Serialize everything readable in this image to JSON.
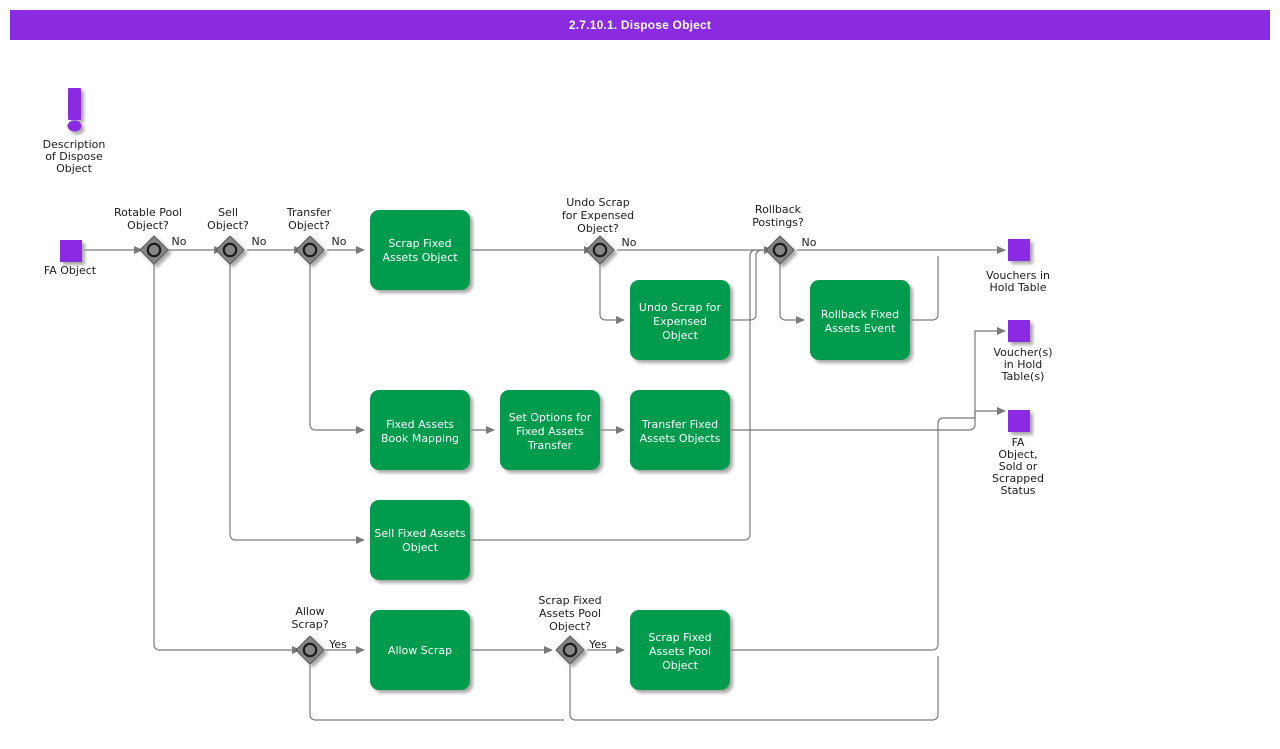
{
  "header": {
    "title": "2.7.10.1. Dispose Object"
  },
  "colors": {
    "title_bar": "#8A2BE2",
    "task": "#009B4E",
    "event": "#8A2BE2",
    "gateway": "#868686",
    "link": "#7a7a7a",
    "task_text": "#ffffff",
    "label_text": "#1a1a1a"
  },
  "annotation": {
    "icon": "exclamation-icon",
    "label": "Description\nof Dispose\nObject",
    "lines": [
      "Description",
      "of Dispose",
      "Object"
    ]
  },
  "start_event": {
    "name": "FA Object",
    "lines": [
      "FA Object"
    ]
  },
  "gateways": [
    {
      "id": "rotable-pool-object",
      "label": "Rotable Pool\nObject?",
      "lines": [
        "Rotable Pool",
        "Object?"
      ],
      "branch_label": "No"
    },
    {
      "id": "sell-object",
      "label": "Sell\nObject?",
      "lines": [
        "Sell",
        "Object?"
      ],
      "branch_label": "No"
    },
    {
      "id": "transfer-object",
      "label": "Transfer\nObject?",
      "lines": [
        "Transfer",
        "Object?"
      ],
      "branch_label": "No"
    },
    {
      "id": "undo-scrap-for-expensed-object",
      "label": "Undo Scrap\nfor Expensed\nObject?",
      "lines": [
        "Undo Scrap",
        "for Expensed",
        "Object?"
      ],
      "branch_label": "No"
    },
    {
      "id": "rollback-postings",
      "label": "Rollback\nPostings?",
      "lines": [
        "Rollback",
        "Postings?"
      ],
      "branch_label": "No"
    },
    {
      "id": "allow-scrap",
      "label": "Allow\nScrap?",
      "lines": [
        "Allow",
        "Scrap?"
      ],
      "branch_label": "Yes"
    },
    {
      "id": "scrap-fixed-assets-pool-object",
      "label": "Scrap Fixed\nAssets Pool\nObject?",
      "lines": [
        "Scrap Fixed",
        "Assets Pool",
        "Object?"
      ],
      "branch_label": "Yes"
    }
  ],
  "tasks": [
    {
      "id": "scrap-fixed-assets-object",
      "label": "Scrap Fixed Assets Object",
      "lines": [
        "Scrap Fixed",
        "Assets Object"
      ]
    },
    {
      "id": "undo-scrap-for-expensed-object",
      "label": "Undo Scrap for Expensed Object",
      "lines": [
        "Undo Scrap for",
        "Expensed",
        "Object"
      ]
    },
    {
      "id": "rollback-fixed-assets-event",
      "label": "Rollback Fixed Assets Event",
      "lines": [
        "Rollback Fixed",
        "Assets Event"
      ]
    },
    {
      "id": "fixed-assets-book-mapping",
      "label": "Fixed Assets Book Mapping",
      "lines": [
        "Fixed Assets",
        "Book Mapping"
      ]
    },
    {
      "id": "set-options-for-fixed-assets-transfer",
      "label": "Set Options for Fixed Assets Transfer",
      "lines": [
        "Set Options for",
        "Fixed Assets",
        "Transfer"
      ]
    },
    {
      "id": "transfer-fixed-assets-objects",
      "label": "Transfer Fixed Assets Objects",
      "lines": [
        "Transfer Fixed",
        "Assets Objects"
      ]
    },
    {
      "id": "sell-fixed-assets-object",
      "label": "Sell Fixed Assets Object",
      "lines": [
        "Sell Fixed Assets",
        "Object"
      ]
    },
    {
      "id": "allow-scrap",
      "label": "Allow Scrap",
      "lines": [
        "Allow Scrap"
      ]
    },
    {
      "id": "scrap-fixed-assets-pool-object",
      "label": "Scrap Fixed Assets Pool Object",
      "lines": [
        "Scrap Fixed",
        "Assets Pool",
        "Object"
      ]
    }
  ],
  "end_events": [
    {
      "id": "vouchers-in-hold-table",
      "label": "Vouchers in Hold Table",
      "lines": [
        "Vouchers in",
        "Hold Table"
      ]
    },
    {
      "id": "vouchers-in-hold-tables",
      "label": "Voucher(s) in Hold Table(s)",
      "lines": [
        "Voucher(s)",
        "in Hold",
        "Table(s)"
      ]
    },
    {
      "id": "fa-object-sold-or-scrapped-status",
      "label": "FA Object, Sold or Scrapped Status",
      "lines": [
        "FA",
        "Object,",
        "Sold or",
        "Scrapped",
        "Status"
      ]
    }
  ]
}
